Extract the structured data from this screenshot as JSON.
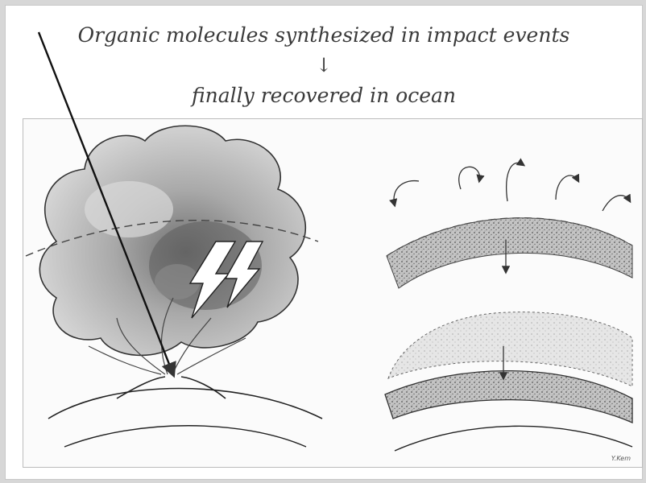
{
  "title": {
    "line1": "Organic molecules synthesized in impact events",
    "arrow": "↓",
    "line2": "finally recovered in ocean"
  },
  "artist_signature": "Y.Kem",
  "colors": {
    "background": "#ffffff",
    "ink": "#222222",
    "wash_dark": "#8a8a8a",
    "wash_light": "#cfcfcf"
  }
}
